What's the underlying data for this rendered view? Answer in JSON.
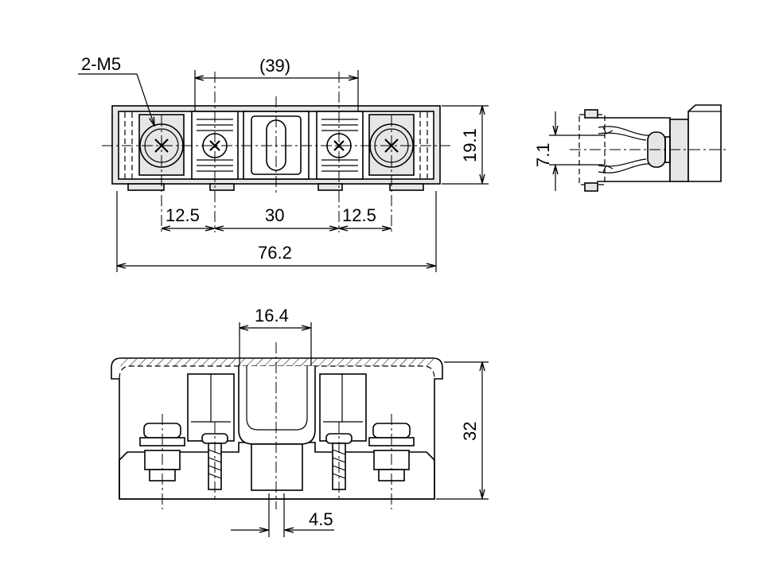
{
  "top_view": {
    "label_2m5": "2-M5",
    "dim_39": "(39)",
    "dim_19_1": "19.1",
    "dim_12_5_left": "12.5",
    "dim_30": "30",
    "dim_12_5_right": "12.5",
    "dim_76_2": "76.2"
  },
  "side_view": {
    "dim_7_1": "7.1"
  },
  "section_view": {
    "dim_16_4": "16.4",
    "dim_32": "32",
    "dim_4_5": "4.5"
  }
}
